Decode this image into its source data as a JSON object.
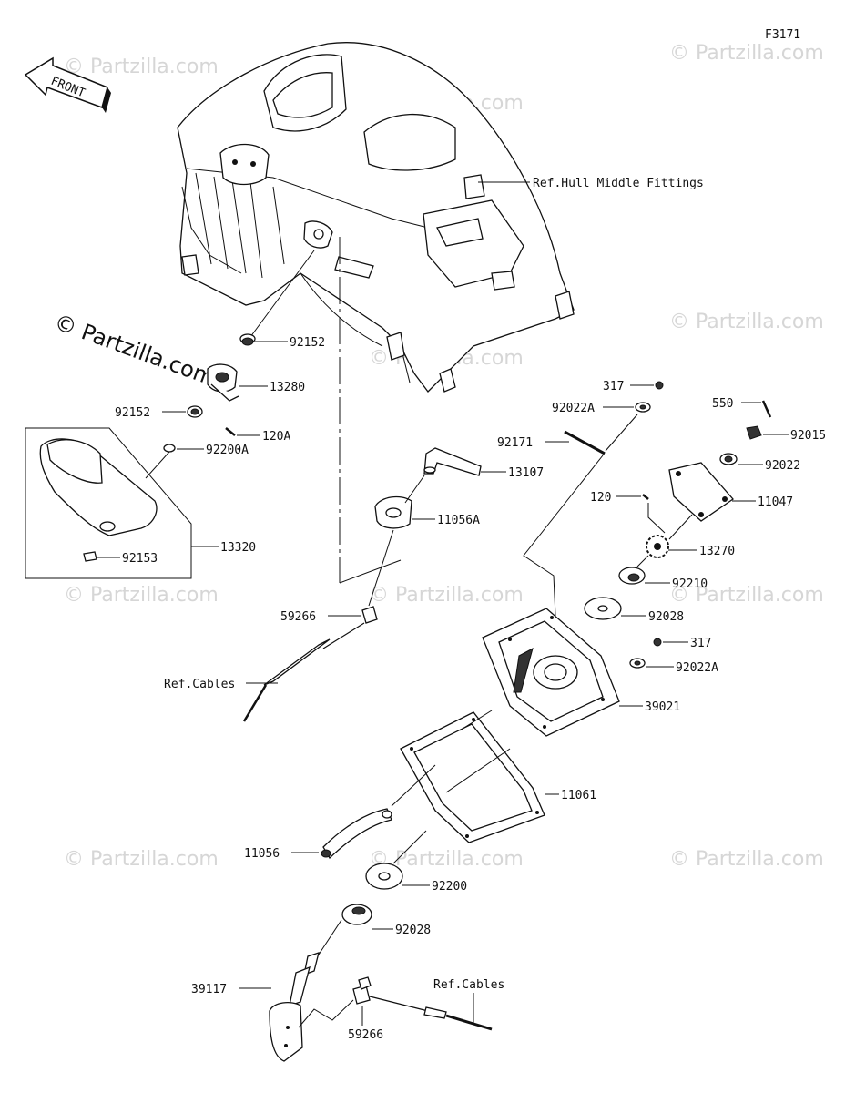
{
  "diagram_code": "F3171",
  "front_label": "FRONT",
  "watermark": "© Partzilla.com",
  "labels": {
    "ref_hull": "Ref.Hull Middle Fittings",
    "p92152_a": "92152",
    "p13280": "13280",
    "p92152_b": "92152",
    "p120A": "120A",
    "p92200A": "92200A",
    "p92153": "92153",
    "p13320": "13320",
    "p13107": "13107",
    "p11056A": "11056A",
    "p59266_a": "59266",
    "ref_cables_a": "Ref.Cables",
    "p317_a": "317",
    "p92022A_a": "92022A",
    "p92171": "92171",
    "p550": "550",
    "p92015": "92015",
    "p92022": "92022",
    "p120": "120",
    "p11047": "11047",
    "p13270": "13270",
    "p92210": "92210",
    "p92028_a": "92028",
    "p317_b": "317",
    "p92022A_b": "92022A",
    "p39021": "39021",
    "p11061": "11061",
    "p11056": "11056",
    "p92200": "92200",
    "p92028_b": "92028",
    "p39117": "39117",
    "ref_cables_b": "Ref.Cables",
    "p59266_b": "59266"
  }
}
